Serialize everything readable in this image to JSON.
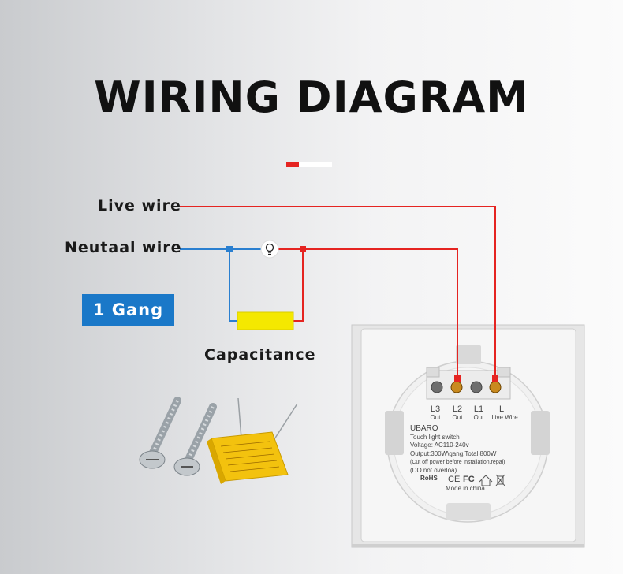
{
  "title": "WIRING DIAGRAM",
  "labels": {
    "live_wire": "Live wire",
    "neutral_wire": "Neutaal wire",
    "gang": "1 Gang",
    "capacitance": "Capacitance"
  },
  "switch_panel": {
    "terminals": [
      {
        "name": "L3",
        "sub": "Out"
      },
      {
        "name": "L2",
        "sub": "Out"
      },
      {
        "name": "L1",
        "sub": "Out"
      },
      {
        "name": "L",
        "sub": "Live Wire"
      }
    ],
    "brand": "UBARO",
    "spec_lines": [
      "Touch light switch",
      "Voltage: AC110-240v",
      "Output:300W\\gang,Total 800W",
      "(Cut off power before installation,repai)",
      "(DO not overloa)"
    ],
    "marks": [
      "RoHS",
      "CE",
      "FC"
    ],
    "made_in": "Mode   in   china"
  },
  "colors": {
    "live": "#e52421",
    "neutral": "#2a7fd0",
    "capacitor": "#f4e800",
    "badge": "#1a78c8"
  }
}
